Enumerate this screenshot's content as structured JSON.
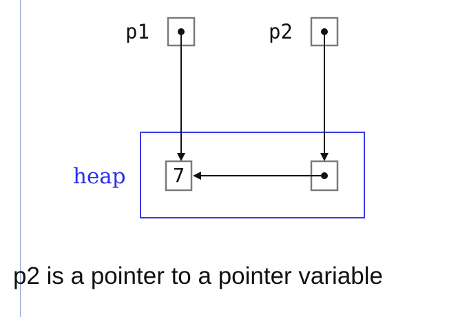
{
  "diagram": {
    "variables": [
      {
        "name": "p1"
      },
      {
        "name": "p2"
      }
    ],
    "region_label": "heap",
    "heap_cells": [
      {
        "value": "7"
      },
      {
        "value": ""
      }
    ],
    "colors": {
      "heap_box": "#3a3ae6",
      "heap_label": "#2f2fe6",
      "cell_border": "#7a7a7a",
      "arrow": "#111111"
    }
  },
  "caption": "p2 is a pointer to a pointer variable"
}
